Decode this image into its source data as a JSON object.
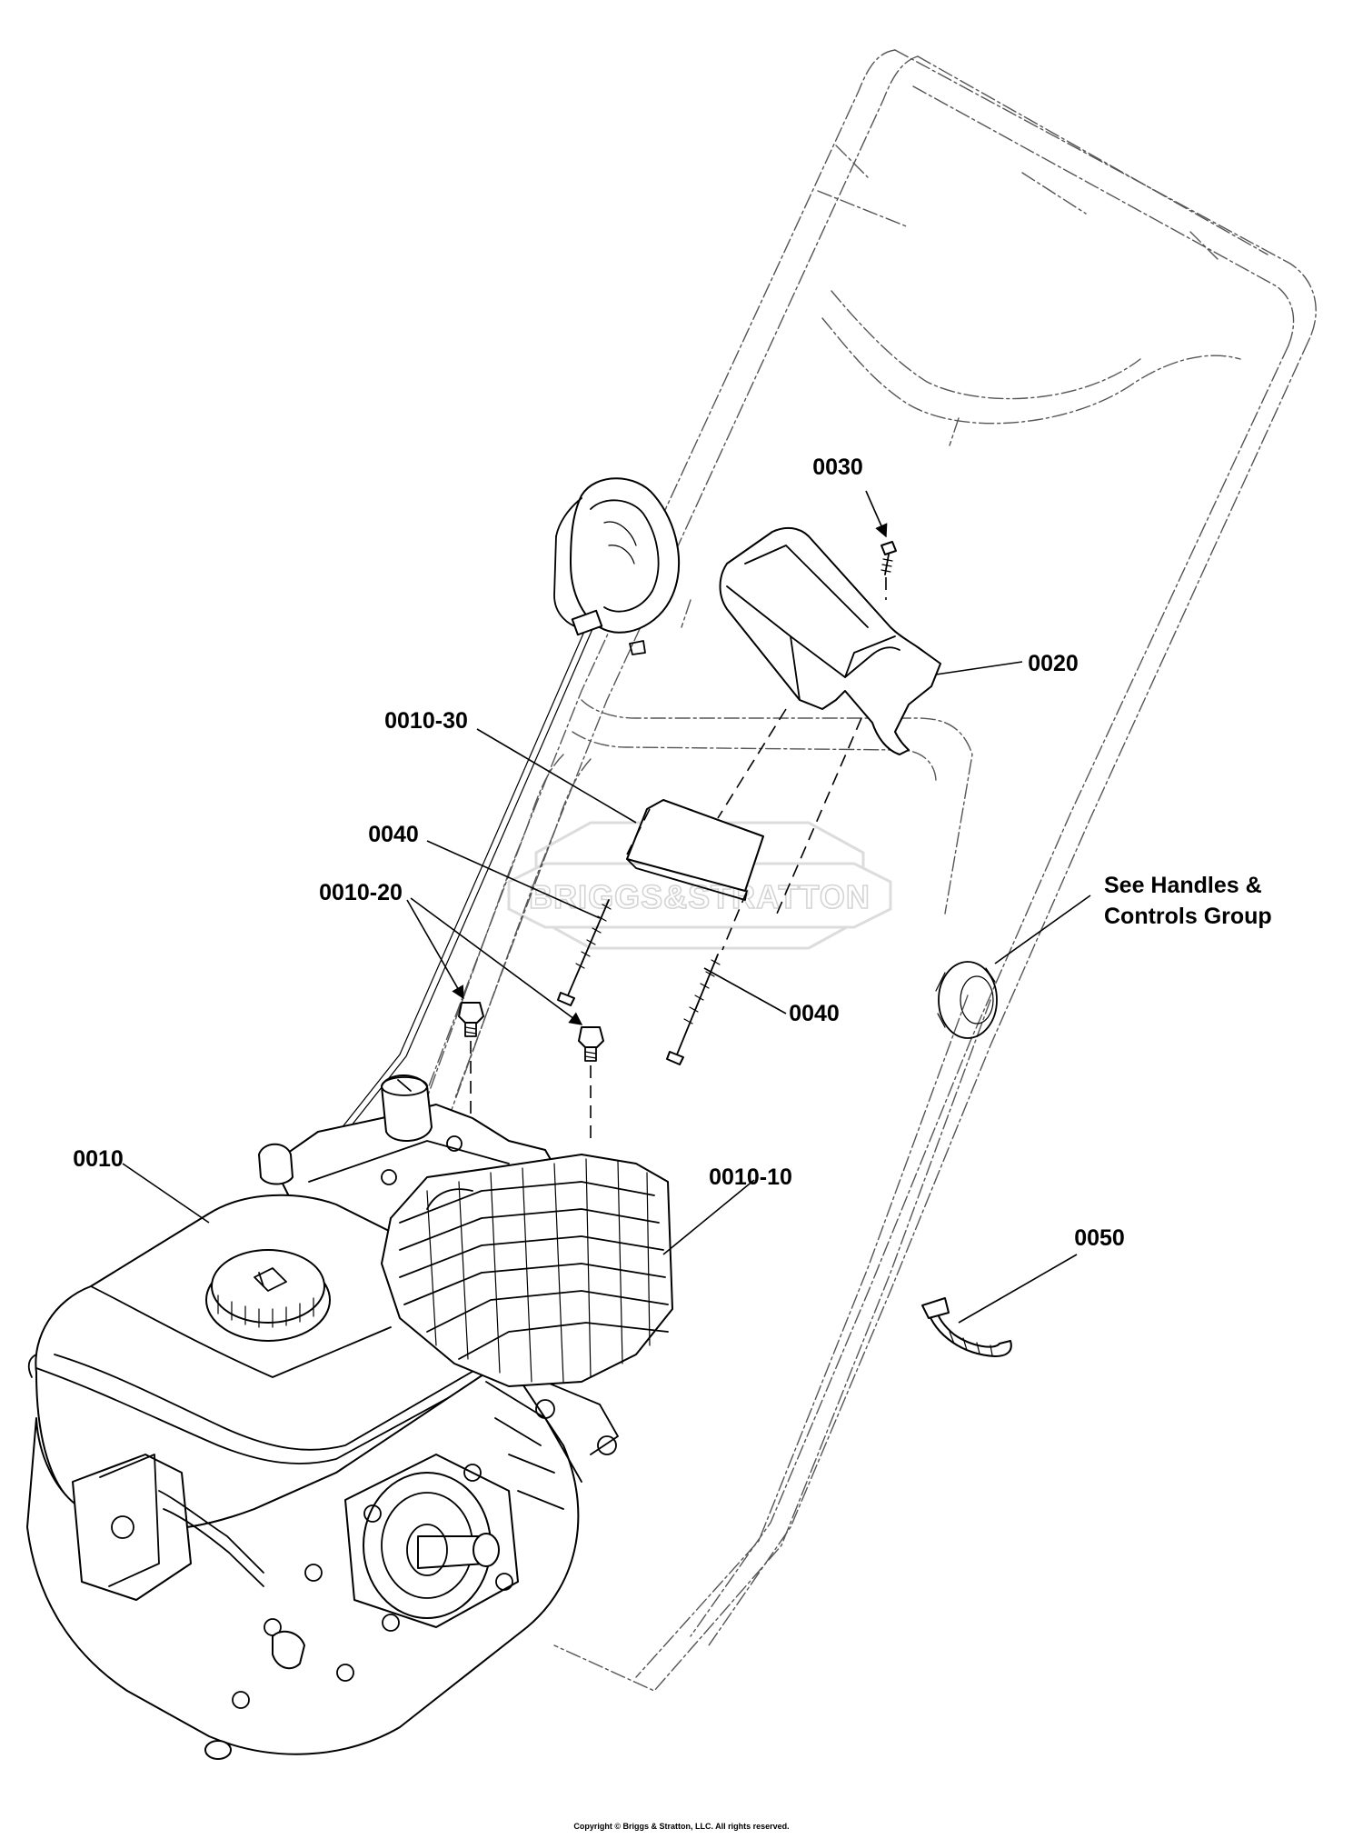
{
  "callouts": {
    "c0030": "0030",
    "c0020": "0020",
    "c0010_30": "0010-30",
    "c0040_a": "0040",
    "c0010_20": "0010-20",
    "c0040_b": "0040",
    "c0010": "0010",
    "c0010_10": "0010-10",
    "c0050": "0050"
  },
  "reference_note": {
    "line1": "See Handles &",
    "line2": "Controls Group"
  },
  "watermark": "BRIGGS&STRATTON",
  "copyright": "Copyright © Briggs & Stratton, LLC. All rights reserved."
}
